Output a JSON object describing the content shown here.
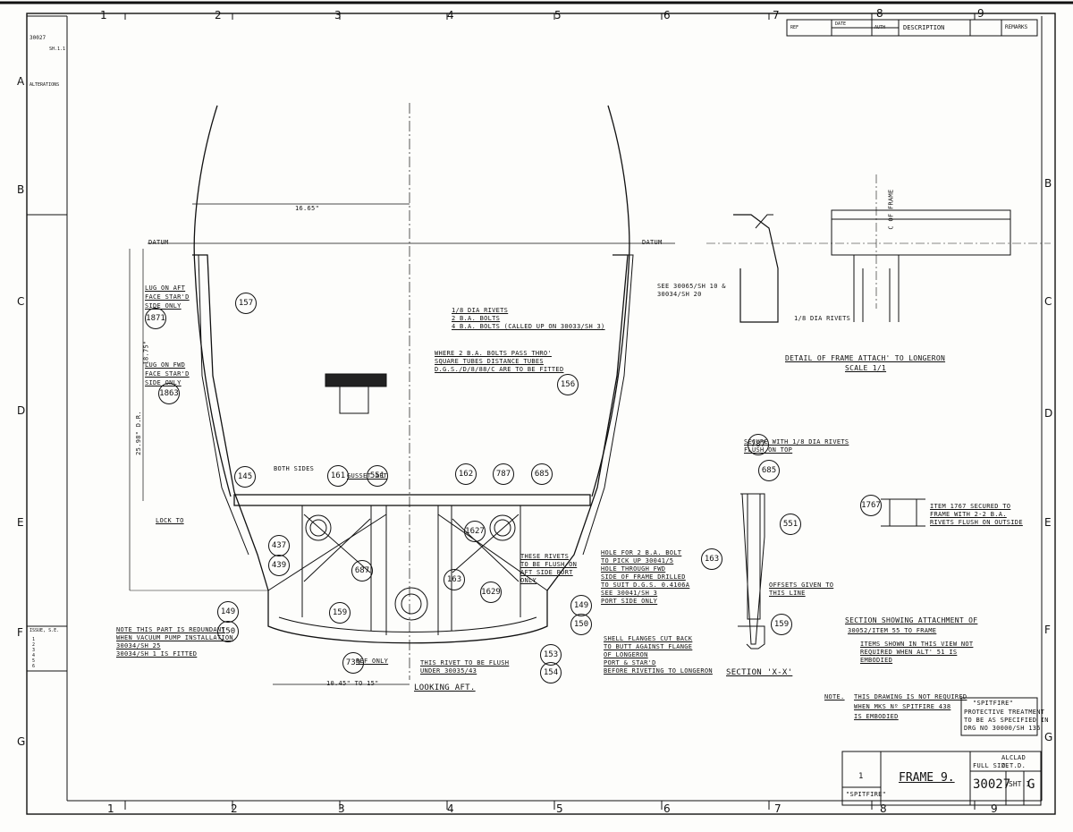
{
  "grid": {
    "cols_top": [
      "1",
      "2",
      "3",
      "4",
      "5",
      "6",
      "7",
      "8",
      "9"
    ],
    "cols_bottom": [
      "1",
      "2",
      "3",
      "4",
      "5",
      "6",
      "7",
      "8",
      "9"
    ],
    "rows": [
      "A",
      "B",
      "C",
      "D",
      "E",
      "F",
      "G"
    ]
  },
  "revision_table": {
    "headers": [
      "Ref",
      "Date",
      "Auth",
      "Description",
      "Remarks"
    ]
  },
  "left_strip": {
    "drawing_no": "30027",
    "sheet": "Sh.1.1",
    "alterations_label": "ALTERATIONS",
    "issue_label": "ISSUE, S.E.",
    "issues": [
      "1",
      "2",
      "3",
      "4",
      "5",
      "6"
    ]
  },
  "title_block": {
    "title": "FRAME 9.",
    "drawing_no": "30027",
    "sheet": "SHT.1",
    "issue": "G",
    "aircraft": "\"SPITFIRE\"",
    "scale_note": "FULL SIZE",
    "material": "ALCLAD",
    "spec": "D.T.D.",
    "no_off": "1"
  },
  "protective_note": {
    "heading": "\"SPITFIRE\"",
    "lines": [
      "PROTECTIVE TREATMENT",
      "TO BE AS SPECIFIED IN",
      "DRG NO 30000/SH 136"
    ]
  },
  "notes": {
    "note_label": "NOTE.",
    "note_lines": [
      "THIS DRAWING IS NOT REQUIRED",
      "WHEN MKS Nº SPITFIRE 438",
      "IS EMBODIED"
    ],
    "section_attach_title": "SECTION SHOWING ATTACHMENT OF",
    "section_attach_sub": "30052/ITEM 55 TO FRAME",
    "items_note": [
      "ITEMS SHOWN IN THIS VIEW NOT",
      "REQUIRED WHEN ALT' 51 IS",
      "EMBODIED"
    ],
    "detail_title": "DETAIL OF FRAME ATTACH' TO LONGERON",
    "detail_scale": "SCALE 1/1",
    "section_xx": "SECTION 'X-X'",
    "looking_aft": "LOOKING AFT.",
    "datum_left": "DATUM",
    "datum_right": "DATUM",
    "dim_top": "16.65\"",
    "dim_bottom": "10.45\" TO 15\"",
    "dim_height": "18.75\"",
    "dim_total": "25.98\" D.R.",
    "rivets_line1": "1/8 DIA RIVETS",
    "rivets_line2": "2 B.A. BOLTS",
    "rivets_line3": "4 B.A. BOLTS (CALLED UP ON 30033/SH 3)",
    "tube_note": [
      "WHERE 2 B.A. BOLTS PASS THRO'",
      "SQUARE TUBES DISTANCE TUBES",
      "D.G.S./D/8/88/C ARE TO BE FITTED"
    ],
    "see_note": [
      "SEE 30065/SH 10 &",
      "30034/SH 20"
    ],
    "lug_aft": [
      "LUG ON AFT",
      "FACE STAR'D",
      "SIDE ONLY"
    ],
    "lug_fwd": [
      "LUG ON FWD",
      "FACE STAR'D",
      "SIDE ONLY"
    ],
    "pump_note": [
      "NOTE THIS PART IS REDUNDANT",
      "WHEN VACUUM PUMP INSTALLATION",
      "30034/SH 25",
      "30034/SH 1 IS FITTED"
    ],
    "rivet_note": [
      "THIS RIVET TO BE FLUSH",
      "UNDER 30035/43"
    ],
    "shell_note": [
      "SHELL FLANGES CUT BACK",
      "TO BUTT AGAINST FLANGE",
      "OF LONGERON",
      "PORT & STAR'D",
      "BEFORE RIVETING TO LONGERON"
    ],
    "hole_note": [
      "HOLE FOR 2 B.A. BOLT",
      "TO PICK UP 30041/5",
      "HOLE THROUGH FWD",
      "SIDE OF FRAME DRILLED",
      "TO SUIT D.G.S. 0.4106A",
      "SEE 30041/SH 3",
      "PORT SIDE ONLY"
    ],
    "flush_note": [
      "THESE RIVETS",
      "TO BE FLUSH ON",
      "AFT SIDE PORT",
      "ONLY"
    ],
    "secure_note": [
      "SECURE WITH 1/8 DIA RIVETS",
      "FLUSH ON TOP"
    ],
    "item_1767_note": [
      "ITEM 1767 SECURED TO",
      "FRAME WITH 2-2 B.A.",
      "RIVETS FLUSH ON OUTSIDE"
    ],
    "offsets_note": [
      "OFFSETS GIVEN TO",
      "THIS LINE"
    ],
    "rivets_detail": "1/8 DIA RIVETS",
    "cl_frame": "C OF FRAME",
    "ref_only": "REF ONLY",
    "lock_to": "LOCK TO",
    "both_sides": "BOTH SIDES",
    "gusset_aft": "GUSSET AFT"
  },
  "balloons": [
    "157",
    "1871",
    "1863",
    "145",
    "161",
    "551",
    "162",
    "787",
    "685",
    "156",
    "1627",
    "163",
    "1629",
    "149",
    "150",
    "153",
    "154",
    "159",
    "739",
    "437",
    "439",
    "687",
    "551",
    "163",
    "159",
    "787",
    "685",
    "1767"
  ]
}
